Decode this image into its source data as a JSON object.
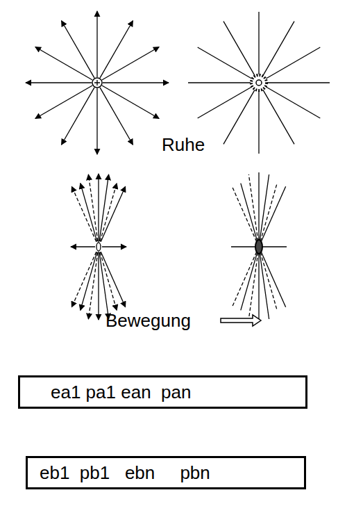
{
  "diagram": {
    "nodes": [
      {
        "text": [
          "ea1 pa1 ean  pan"
        ]
      },
      {
        "text": [
          "eb1  pb1   ebn     pbn"
        ]
      }
    ],
    "labels": [
      "Ruhe",
      "Bewegung"
    ]
  }
}
